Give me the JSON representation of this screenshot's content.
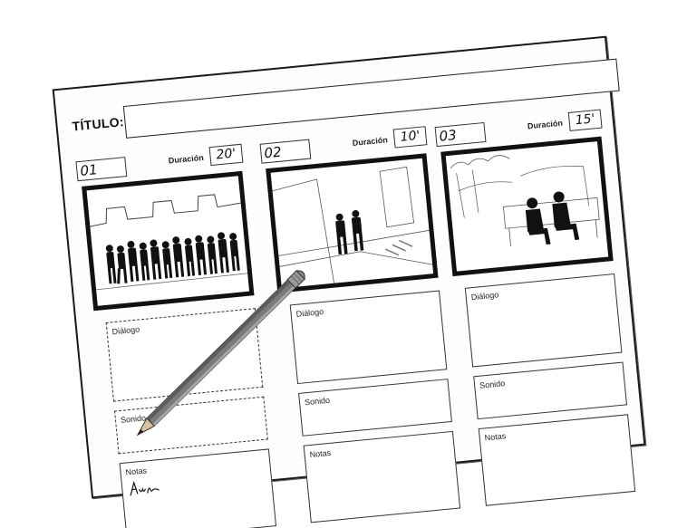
{
  "sheet": {
    "title_label": "TÍTULO:",
    "title_value": ""
  },
  "shots": [
    {
      "number": "01",
      "duration_label": "Duración",
      "duration_value": "20'",
      "frame_icon": "crowd-silhouette-scene",
      "dialogo_label": "Diálogo",
      "sonido_label": "Sonido",
      "notas_label": "Notas"
    },
    {
      "number": "02",
      "duration_label": "Duración",
      "duration_value": "10'",
      "frame_icon": "two-people-street-scene",
      "dialogo_label": "Diálogo",
      "sonido_label": "Sonido",
      "notas_label": "Notas"
    },
    {
      "number": "03",
      "duration_label": "Duración",
      "duration_value": "15'",
      "frame_icon": "two-people-on-bench-scene",
      "dialogo_label": "Diálogo",
      "sonido_label": "Sonido",
      "notas_label": "Notas"
    }
  ],
  "pencil_icon": "pencil",
  "colors": {
    "ink": "#111111",
    "pencil_body": "#7a7a7a",
    "paper": "#fdfdfd"
  }
}
